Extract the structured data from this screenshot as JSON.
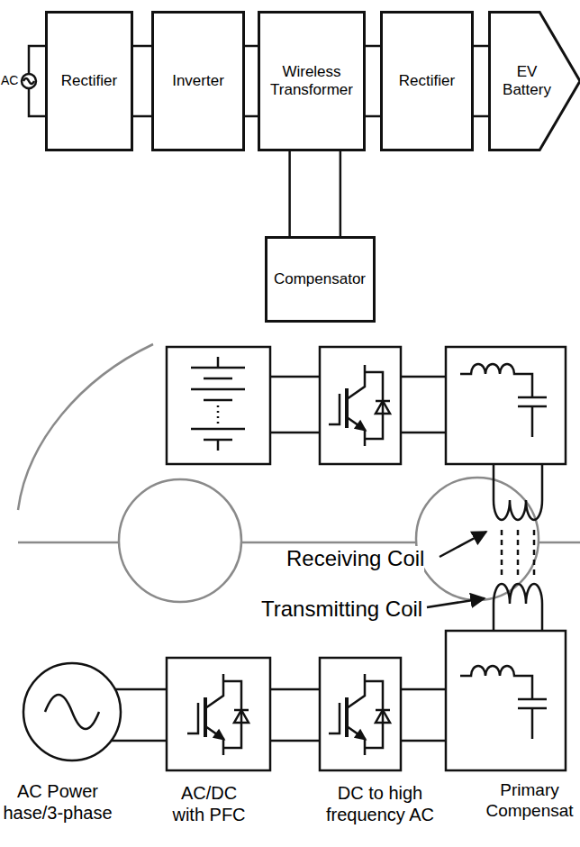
{
  "diagram": {
    "nodes": [
      {
        "text": [
          "Rectifier"
        ]
      },
      {
        "text": [
          "Inverter"
        ]
      },
      {
        "text": [
          "Wireless Transformer"
        ]
      },
      {
        "text": [
          "Rectifier"
        ]
      },
      {
        "text": [
          "EV Battery"
        ]
      },
      {
        "text": [
          "Compensator"
        ]
      }
    ],
    "edges": [
      {
        "from": 0,
        "to": 1,
        "arrow": "none"
      },
      {
        "from": 1,
        "to": 2,
        "arrow": "none"
      },
      {
        "from": 2,
        "to": 3,
        "arrow": "none"
      },
      {
        "from": 3,
        "to": 4,
        "arrow": "none"
      },
      {
        "from": 2,
        "to": 5,
        "arrow": "none"
      }
    ],
    "labels": [
      "AC",
      "Receiving Coil",
      "Transmitting Coil",
      "AC Power hase/3-phase",
      "AC/DC with PFC",
      "DC to high frequency AC",
      "Primary Compensat"
    ]
  }
}
